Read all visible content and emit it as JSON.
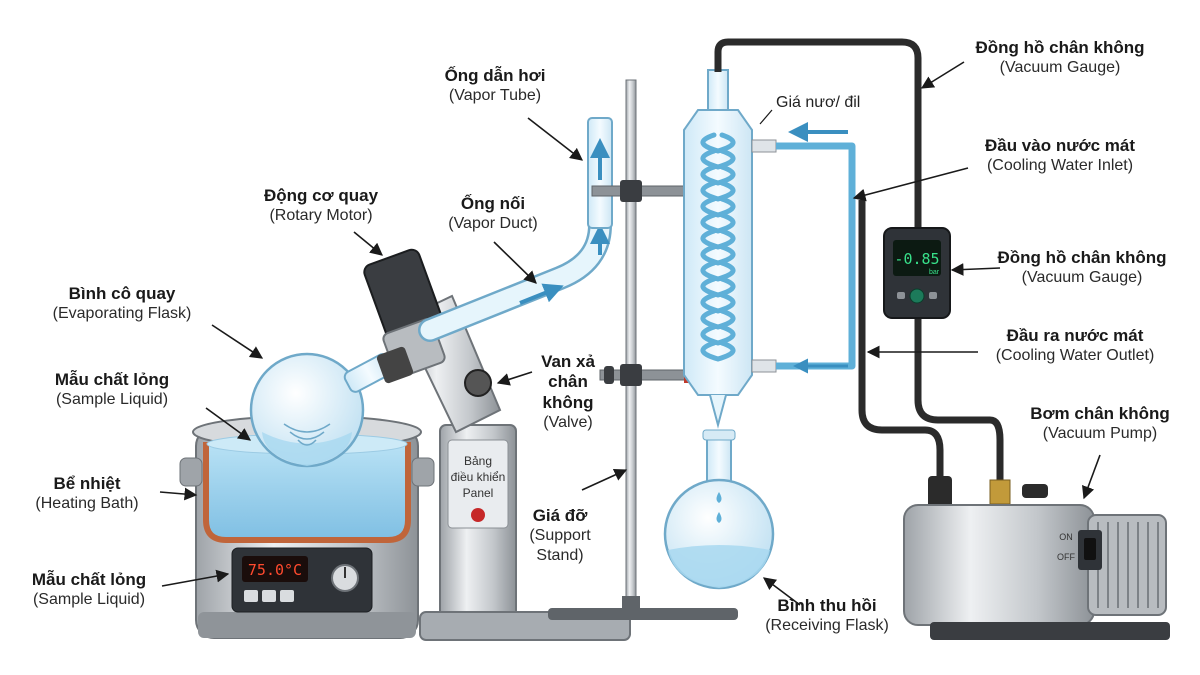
{
  "labels": {
    "vapor_tube": {
      "vi": "Ống dẫn hơi",
      "en": "(Vapor Tube)"
    },
    "rotary_motor": {
      "vi": "Động cơ quay",
      "en": "(Rotary Motor)"
    },
    "vapor_duct": {
      "vi": "Ống nối",
      "en": "(Vapor Duct)"
    },
    "evaporating_flask": {
      "vi": "Bình cô quay",
      "en": "(Evaporating Flask)"
    },
    "sample_liquid_top": {
      "vi": "Mẫu chất lỏng",
      "en": "(Sample Liquid)"
    },
    "heating_bath": {
      "vi": "Bể nhiệt",
      "en": "(Heating Bath)"
    },
    "sample_liquid_bottom": {
      "vi": "Mẫu chất lỏng",
      "en": "(Sample Liquid)"
    },
    "valve": {
      "vi_lines": [
        "Van xả",
        "chân",
        "không"
      ],
      "en": "(Valve)"
    },
    "support_stand": {
      "vi": "Giá đỡ",
      "en_lines": [
        "(Support",
        "Stand)"
      ]
    },
    "receiving_flask": {
      "vi": "Bình thu hồi",
      "en": "(Receiving Flask)"
    },
    "vacuum_gauge_top": {
      "vi": "Đồng hồ chân không",
      "en": "(Vacuum Gauge)"
    },
    "cooling_inlet": {
      "vi": "Đầu vào nước mát",
      "en": "(Cooling Water Inlet)"
    },
    "vacuum_gauge_mid": {
      "vi": "Đồng hồ chân không",
      "en": "(Vacuum Gauge)"
    },
    "cooling_outlet": {
      "vi": "Đầu ra nước mát",
      "en": "(Cooling Water Outlet)"
    },
    "vacuum_pump": {
      "vi": "Bơm chân không",
      "en": "(Vacuum Pump)"
    },
    "condenser_holder": "Giá nươ/ đil"
  },
  "devices": {
    "bath_temperature": "75.0°C",
    "gauge_value": "-0.85",
    "gauge_unit": "bar",
    "panel_lines": [
      "Bảng",
      "điều khiển",
      "Panel"
    ],
    "pump_on": "ON",
    "pump_off": "OFF"
  },
  "colors": {
    "glass": "#dff1fb",
    "glass_stroke": "#6fa9c9",
    "water": "#a8d8f0",
    "cooling_tube": "#5fb0d8",
    "vacuum_hose": "#2b2b2b",
    "bath_heater": "#c0653a",
    "metal": "#c9ccd0",
    "display_red": "#ff4a2e",
    "display_green": "#38e08a"
  }
}
